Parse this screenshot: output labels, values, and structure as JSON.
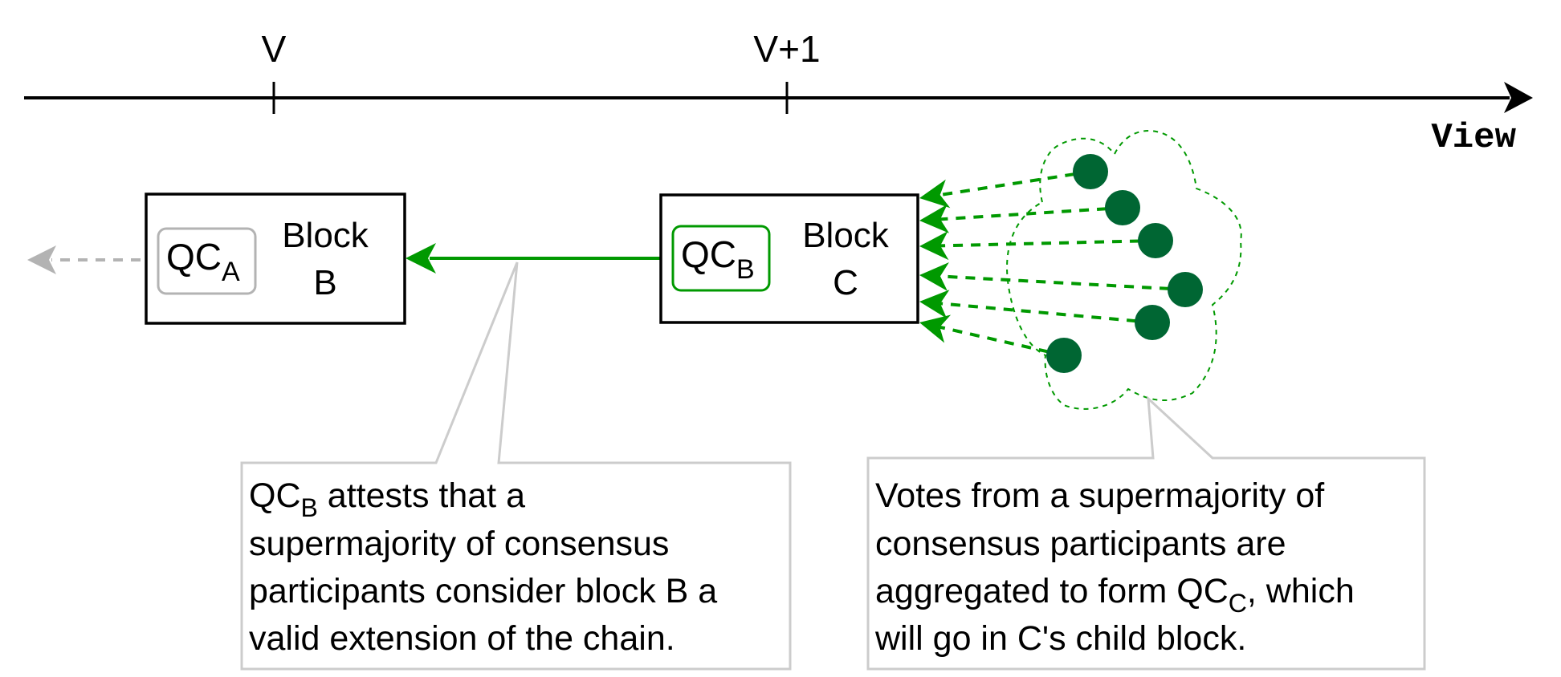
{
  "diagram": {
    "axis": {
      "label": "View",
      "ticks": [
        {
          "label": "V"
        },
        {
          "label": "V+1"
        }
      ],
      "color": "#000000"
    },
    "blocks": [
      {
        "id": "B",
        "title_line1": "Block",
        "title_line2": "B",
        "qc": {
          "prefix": "QC",
          "subscript": "A",
          "border_color": "#b3b3b3"
        }
      },
      {
        "id": "C",
        "title_line1": "Block",
        "title_line2": "C",
        "qc": {
          "prefix": "QC",
          "subscript": "B",
          "border_color": "#009900"
        }
      }
    ],
    "links": {
      "qc_b_to_block_b": {
        "color": "#009900",
        "style": "solid"
      },
      "qc_a_to_previous": {
        "color": "#b3b3b3",
        "style": "dashed"
      }
    },
    "votes": {
      "count": 6,
      "dot_color": "#006633",
      "arrow_color": "#009900",
      "cloud_border_color": "#009900"
    },
    "callouts": [
      {
        "id": "qc-b-callout",
        "lines": [
          {
            "pre": "QC",
            "sub": "B",
            "post": " attests that a"
          },
          {
            "text": "supermajority of consensus"
          },
          {
            "text": "participants consider block B a"
          },
          {
            "text": "valid extension of the chain."
          }
        ],
        "border_color": "#cccccc"
      },
      {
        "id": "votes-callout",
        "lines": [
          {
            "text": "Votes from a supermajority of"
          },
          {
            "text": "consensus participants are"
          },
          {
            "pre": "aggregated to form QC",
            "sub": "C",
            "post": ", which"
          },
          {
            "text": "will go in C's child block."
          }
        ],
        "border_color": "#cccccc"
      }
    ]
  }
}
